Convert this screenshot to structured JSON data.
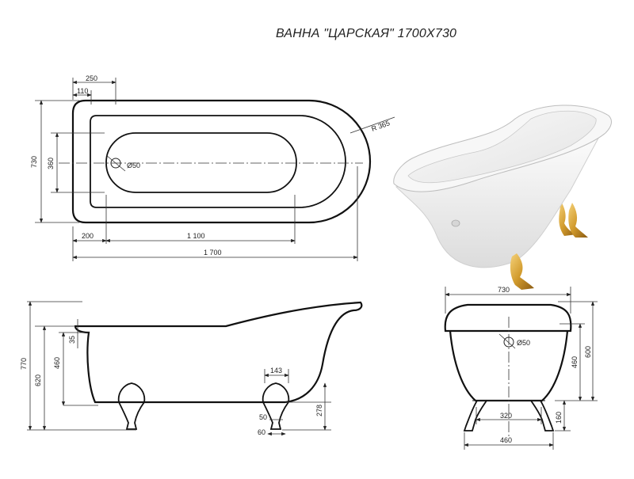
{
  "title": "ВАННА \"ЦАРСКАЯ\" 1700Х730",
  "plan": {
    "width": "730",
    "offset_outer": "250",
    "offset_inner": "110",
    "inner_width": "360",
    "radius": "R 365",
    "drain": "Ø50",
    "start": "200",
    "inner_length": "1 100",
    "length": "1 700"
  },
  "side": {
    "total_height": "770",
    "rim_height": "620",
    "inner_height": "460",
    "rim_thickness": "35",
    "foot_width": "143",
    "foot_height": "278",
    "foot_neck": "50",
    "foot_base": "60"
  },
  "end": {
    "width": "730",
    "drain": "Ø50",
    "overflow_height": "460",
    "height": "600",
    "legs_inner": "320",
    "legs_outer": "460",
    "leg_height": "160"
  },
  "photo": {
    "tub_color": "#f4f4f4",
    "feet_color": "#d19a2c"
  }
}
